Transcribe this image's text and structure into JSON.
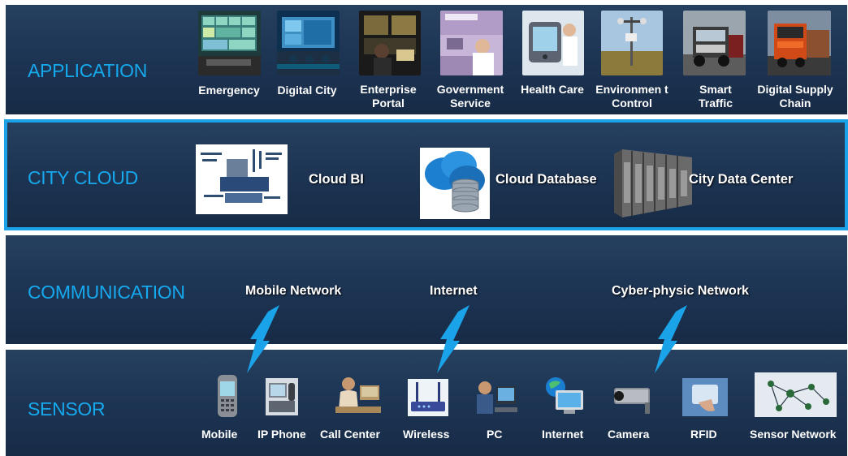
{
  "layers": {
    "application": "APPLICATION",
    "city_cloud": "CITY CLOUD",
    "communication": "COMMUNICATION",
    "sensor": "SENSOR"
  },
  "applications": [
    {
      "label": "Emergency",
      "icon": "monitoring-wall-icon"
    },
    {
      "label": "Digital City",
      "icon": "control-room-icon"
    },
    {
      "label": "Enterprise Portal",
      "icon": "office-worker-icon"
    },
    {
      "label": "Government Service",
      "icon": "service-counter-icon"
    },
    {
      "label": "Health Care",
      "icon": "health-device-icon"
    },
    {
      "label": "Environmen t Control",
      "icon": "weather-station-icon"
    },
    {
      "label": "Smart Traffic",
      "icon": "truck-icon"
    },
    {
      "label": "Digital Supply Chain",
      "icon": "cargo-truck-icon"
    }
  ],
  "cloud": [
    {
      "label": "Cloud BI",
      "icon": "business-intelligence-word-cloud-icon"
    },
    {
      "label": "Cloud Database",
      "icon": "cloud-database-icon"
    },
    {
      "label": "City Data Center",
      "icon": "server-rack-icon"
    }
  ],
  "networks": [
    {
      "label": "Mobile Network"
    },
    {
      "label": "Internet"
    },
    {
      "label": "Cyber-physic Network"
    }
  ],
  "sensors": [
    {
      "label": "Mobile",
      "icon": "mobile-phone-icon"
    },
    {
      "label": "IP Phone",
      "icon": "ip-phone-icon"
    },
    {
      "label": "Call Center",
      "icon": "call-center-icon"
    },
    {
      "label": "Wireless",
      "icon": "wireless-router-icon"
    },
    {
      "label": "PC",
      "icon": "pc-icon"
    },
    {
      "label": "Internet",
      "icon": "globe-icon"
    },
    {
      "label": "Camera",
      "icon": "camera-icon"
    },
    {
      "label": "RFID",
      "icon": "rfid-icon"
    },
    {
      "label": "Sensor Network",
      "icon": "sensor-network-icon"
    }
  ],
  "colors": {
    "band": "#1c3352",
    "accent": "#16a9ee",
    "text": "#ffffff"
  }
}
